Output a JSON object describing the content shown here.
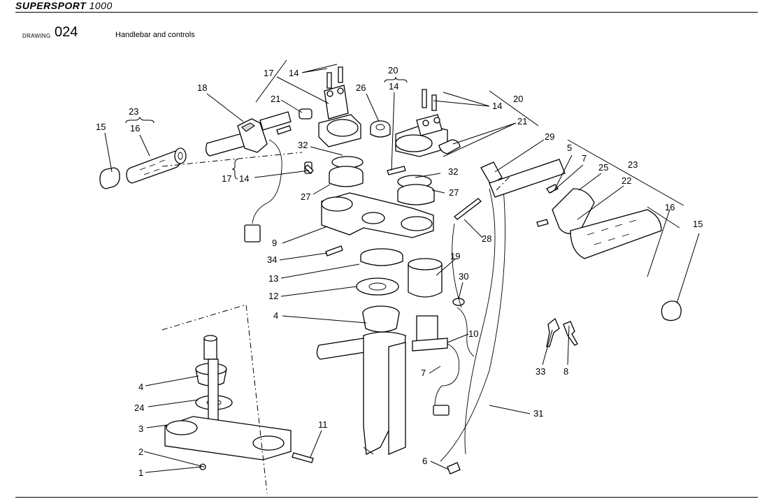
{
  "header": {
    "brand_bold": "SUPERSPORT",
    "brand_model": "1000",
    "drawing_label": "DRAWING",
    "drawing_number": "024",
    "drawing_title": "Handlebar and controls"
  },
  "callouts": [
    "1",
    "2",
    "3",
    "4",
    "4",
    "5",
    "6",
    "7",
    "7",
    "8",
    "9",
    "10",
    "11",
    "12",
    "13",
    "14",
    "14",
    "14",
    "14",
    "15",
    "15",
    "16",
    "16",
    "17",
    "17",
    "18",
    "19",
    "20",
    "20",
    "21",
    "21",
    "22",
    "23",
    "23",
    "24",
    "25",
    "26",
    "27",
    "27",
    "28",
    "29",
    "30",
    "31",
    "32",
    "32",
    "33",
    "34"
  ]
}
